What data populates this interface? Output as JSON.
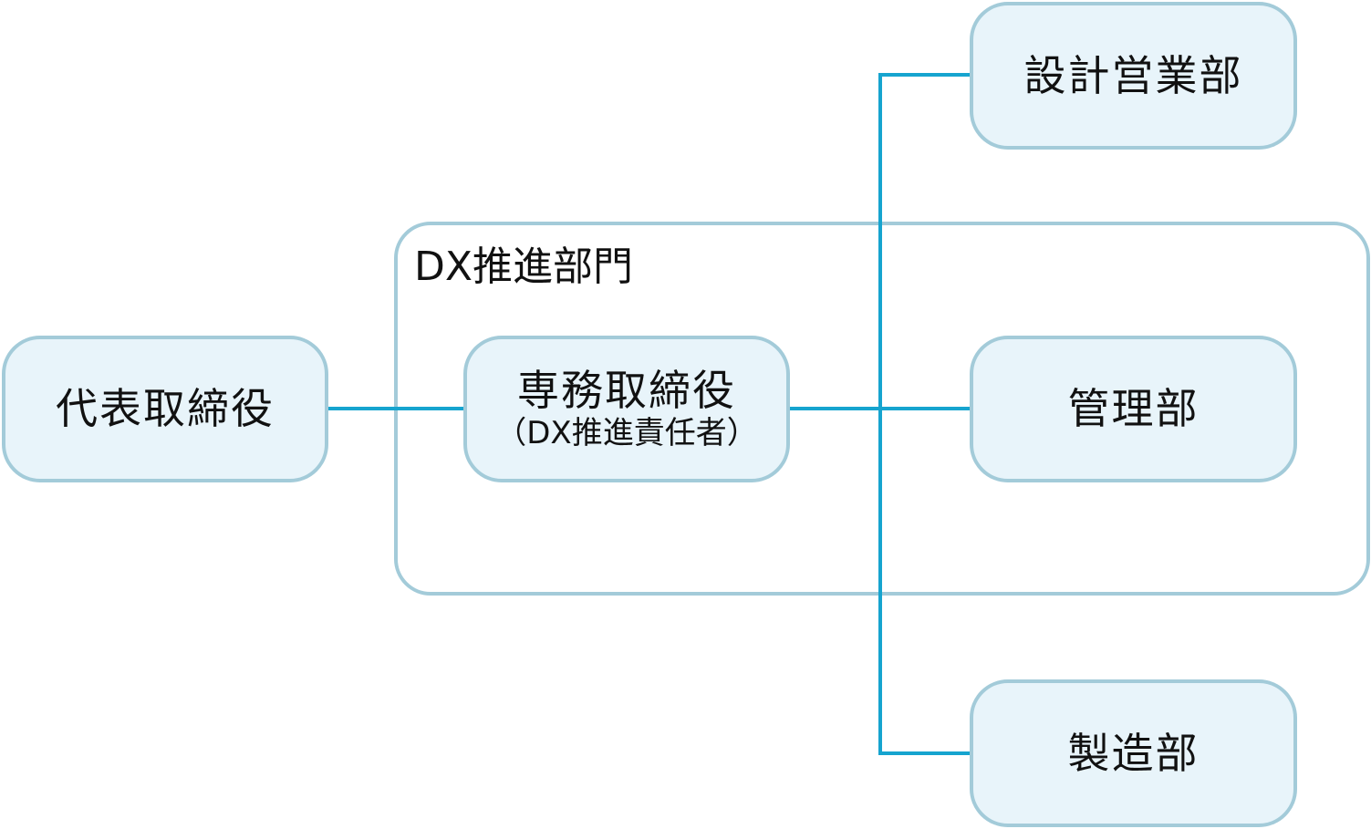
{
  "colors": {
    "node_fill": "#e8f4fa",
    "node_border": "#a3cbd9",
    "connector": "#16a4cf"
  },
  "group": {
    "label": "DX推進部門"
  },
  "nodes": {
    "ceo": {
      "label": "代表取締役"
    },
    "managing_director": {
      "label": "専務取締役",
      "sublabel": "（DX推進責任者）"
    },
    "design_sales": {
      "label": "設計営業部"
    },
    "administration": {
      "label": "管理部"
    },
    "manufacturing": {
      "label": "製造部"
    }
  }
}
